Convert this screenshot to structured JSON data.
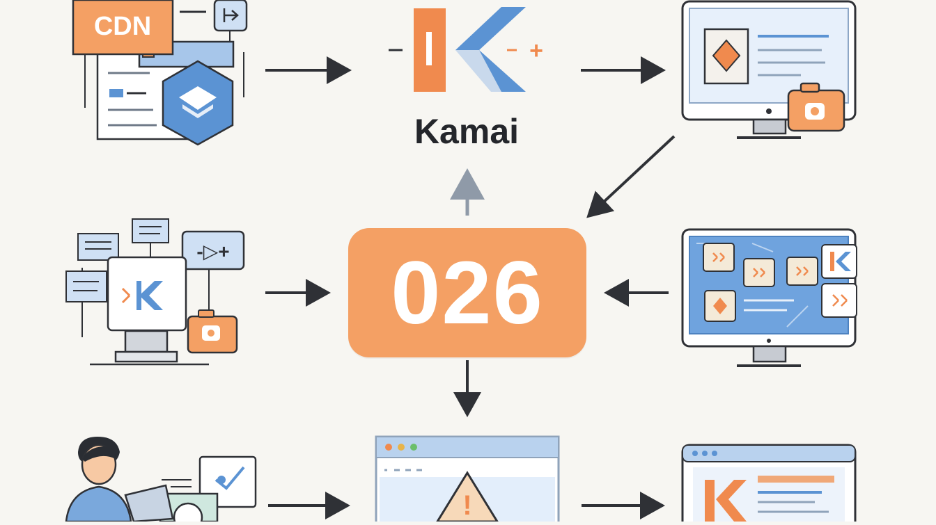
{
  "diagram": {
    "center_label": "026",
    "brand_name": "Kamai",
    "nodes": {
      "cdn_badge": "CDN",
      "brand_logo_letter": "K",
      "plus_sign": "+",
      "minus_sign": "-",
      "play_label": "-▷+",
      "warning_mark": "!"
    }
  },
  "colors": {
    "background": "#f7f6f2",
    "accent_orange": "#f4a064",
    "accent_blue": "#5b93d3",
    "light_blue": "#cfe0f4",
    "line_dark": "#2f3136",
    "arrow_gray": "#8f9aa8"
  },
  "icons": [
    "cdn-document-icon",
    "kamai-logo-icon",
    "monitor-camera-icon",
    "device-network-icon",
    "monitor-grid-icon",
    "person-tablet-icon",
    "browser-warning-icon",
    "monitor-logo-icon"
  ]
}
